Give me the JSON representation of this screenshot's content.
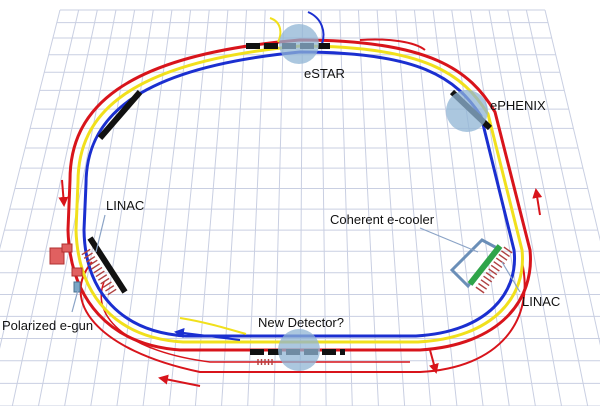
{
  "labels": {
    "estar": "eSTAR",
    "ephenix": "ePHENIX",
    "linac_left": "LINAC",
    "linac_right": "LINAC",
    "cooler": "Coherent e-cooler",
    "gun": "Polarized e-gun",
    "new_detector": "New Detector?"
  },
  "colors": {
    "grid": "#c9cfe2",
    "ring_red": "#d8141b",
    "ring_blue": "#1b2fd0",
    "ring_yellow": "#f1e01c",
    "detector": "#8fb4d4",
    "magnet": "#111111",
    "linac": "#b04040",
    "cooler_green": "#2fa44a",
    "cooler_frame": "#6b8fb8"
  }
}
